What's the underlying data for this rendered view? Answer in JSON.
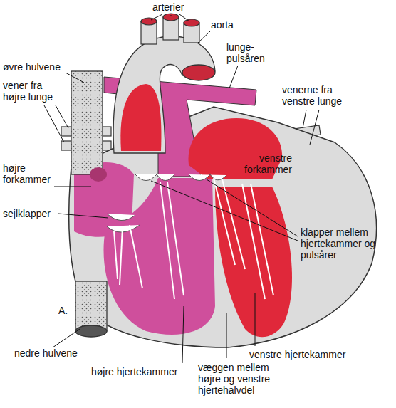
{
  "diagram": {
    "labels": [
      "arterier",
      "aorta",
      "lunge- pulsåren",
      "øvre hulvene",
      "vener fra højre lunge",
      "venerne fra venstre lunge",
      "højre forkammer",
      "venstre forkammer",
      "sejlklapper",
      "klapper mellem hjertekammer og pulsårer",
      "A.",
      "nedre hulvene",
      "venstre hjertekammer",
      "højre hjertekammer",
      "væggen mellem højre og venstre hjertehalvdel"
    ]
  }
}
